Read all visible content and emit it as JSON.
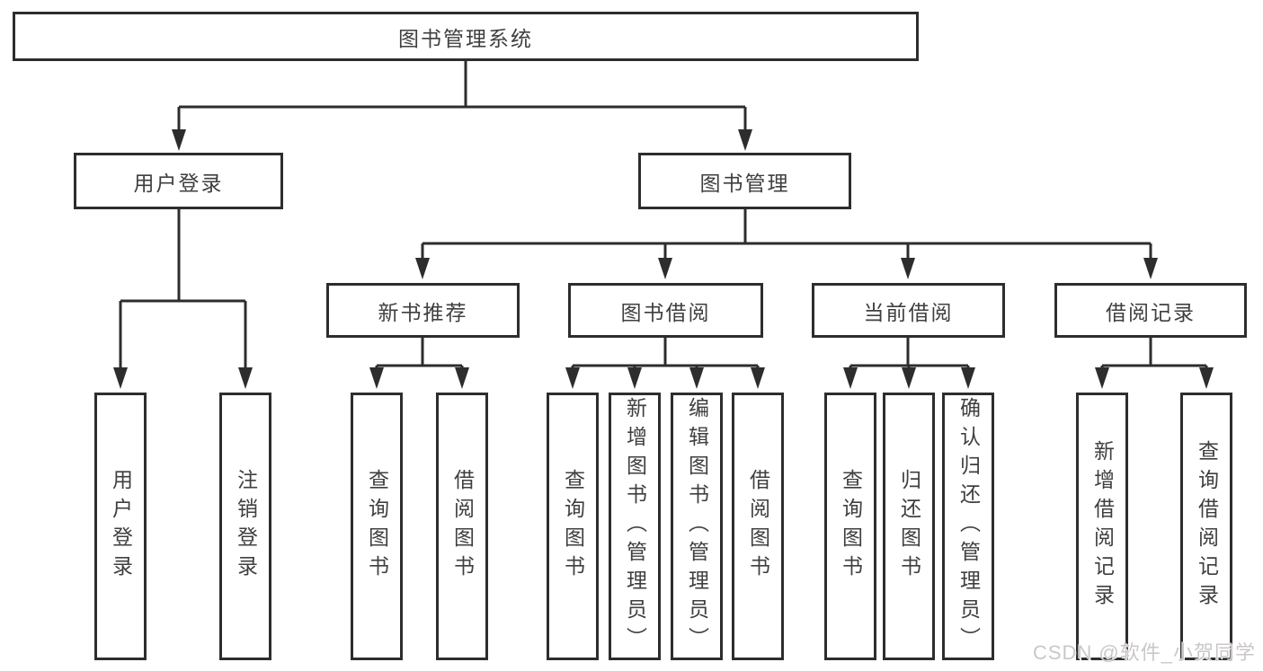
{
  "tree": {
    "label": "图书管理系统",
    "children": [
      {
        "label": "用户登录",
        "children": [
          {
            "label": "用户登录"
          },
          {
            "label": "注销登录"
          }
        ]
      },
      {
        "label": "图书管理",
        "children": [
          {
            "label": "新书推荐",
            "children": [
              {
                "label": "查询图书"
              },
              {
                "label": "借阅图书"
              }
            ]
          },
          {
            "label": "图书借阅",
            "children": [
              {
                "label": "查询图书"
              },
              {
                "label": "新增图书（管理员）"
              },
              {
                "label": "编辑图书（管理员）"
              },
              {
                "label": "借阅图书"
              }
            ]
          },
          {
            "label": "当前借阅",
            "children": [
              {
                "label": "查询图书"
              },
              {
                "label": "归还图书"
              },
              {
                "label": "确认归还（管理员）"
              }
            ]
          },
          {
            "label": "借阅记录",
            "children": [
              {
                "label": "新增借阅记录"
              },
              {
                "label": "查询借阅记录"
              }
            ]
          }
        ]
      }
    ]
  },
  "watermark": "CSDN @软件_小贺同学",
  "colors": {
    "line": "#2d2d2d",
    "text": "#3f3f3f",
    "box_background": "#ffffff",
    "page_background": "#ffffff",
    "watermark": "#ccc7c7"
  }
}
